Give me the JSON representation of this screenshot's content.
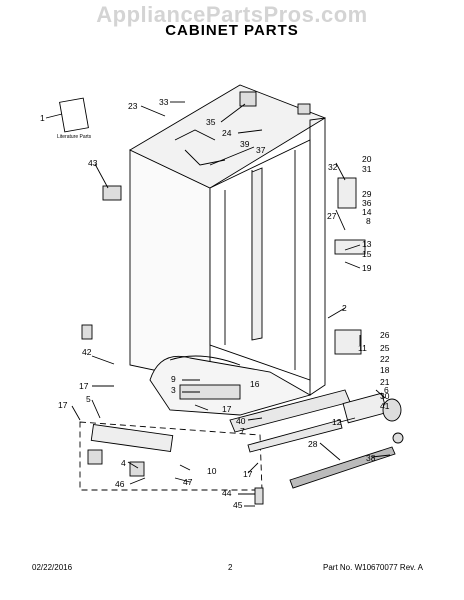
{
  "watermark": "AppliancePartsPros.com",
  "title": "CABINET PARTS",
  "literature_label": "Literature Parts",
  "callouts": {
    "c1": "1",
    "c2": "2",
    "c3": "3",
    "c4": "4",
    "c5": "5",
    "c6": "6",
    "c7": "7",
    "c8": "8",
    "c9": "9",
    "c10": "10",
    "c11": "11",
    "c12": "12",
    "c13": "13",
    "c14": "14",
    "c15": "15",
    "c16": "16",
    "c17": "17",
    "c18": "18",
    "c19": "19",
    "c20": "20",
    "c21": "21",
    "c22": "22",
    "c23": "23",
    "c24": "24",
    "c25": "25",
    "c26": "26",
    "c27": "27",
    "c28": "28",
    "c29": "29",
    "c30": "30",
    "c31": "31",
    "c32": "32",
    "c33": "33",
    "c35": "35",
    "c36": "36",
    "c37": "37",
    "c38": "38",
    "c39": "39",
    "c40": "40",
    "c41": "41",
    "c42": "42",
    "c43": "43",
    "c44": "44",
    "c45": "45",
    "c46": "46",
    "c47": "47"
  },
  "footer": {
    "date": "02/22/2016",
    "page": "2",
    "part_no": "Part No.   W10670077  Rev. A"
  }
}
